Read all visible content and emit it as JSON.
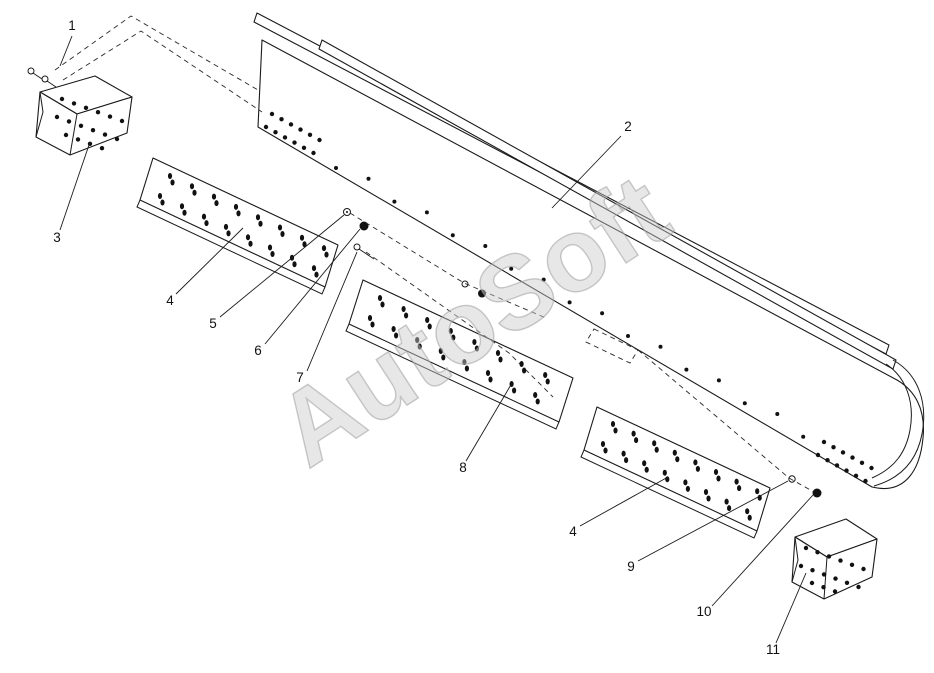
{
  "diagram": {
    "watermark": "AutoSoft",
    "colors": {
      "line": "#1a1a1a",
      "watermark": "#b5b5b5",
      "background": "#ffffff"
    },
    "parts": [
      {
        "label": "1"
      },
      {
        "label": "2"
      },
      {
        "label": "3"
      },
      {
        "label": "4"
      },
      {
        "label": "5"
      },
      {
        "label": "6"
      },
      {
        "label": "7"
      },
      {
        "label": "8"
      },
      {
        "label": "4"
      },
      {
        "label": "9"
      },
      {
        "label": "10"
      },
      {
        "label": "11"
      }
    ]
  }
}
